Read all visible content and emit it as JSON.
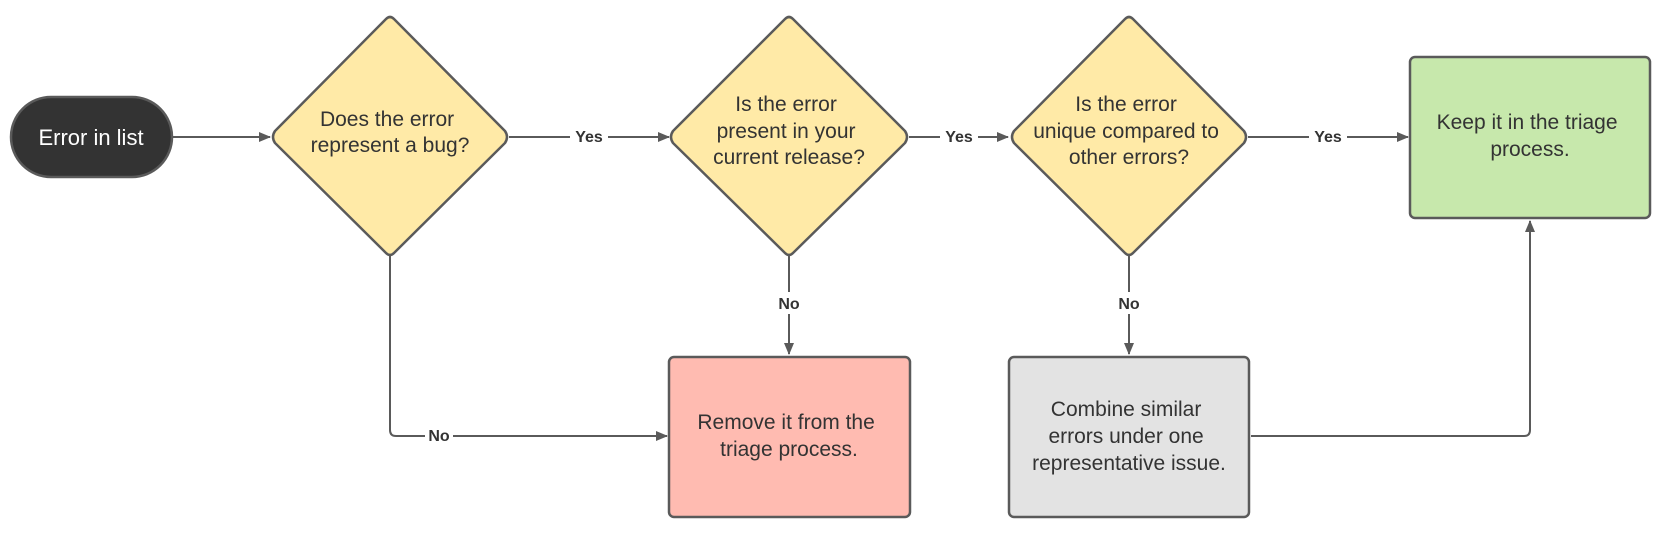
{
  "nodes": {
    "start": {
      "text": "Error in list"
    },
    "decision_bug": {
      "lines": [
        "Does the error",
        "represent a bug?"
      ]
    },
    "decision_release": {
      "lines": [
        "Is the error",
        "present in your",
        "current release?"
      ]
    },
    "decision_unique": {
      "lines": [
        "Is the error",
        "unique compared to",
        "other errors?"
      ]
    },
    "keep": {
      "lines": [
        "Keep it in the triage",
        "process."
      ]
    },
    "remove": {
      "lines": [
        "Remove it from the",
        "triage process."
      ]
    },
    "combine": {
      "lines": [
        "Combine similar",
        "errors under one",
        "representative issue."
      ]
    }
  },
  "edges": {
    "bug_yes": "Yes",
    "release_yes": "Yes",
    "unique_yes": "Yes",
    "bug_no": "No",
    "release_no": "No",
    "unique_no": "No"
  },
  "colors": {
    "start_fill": "#333333",
    "decision_fill": "#ffeaa7",
    "keep_fill": "#c7e8ac",
    "remove_fill": "#ffbbb1",
    "combine_fill": "#e3e3e3",
    "stroke": "#5a5a5a"
  }
}
